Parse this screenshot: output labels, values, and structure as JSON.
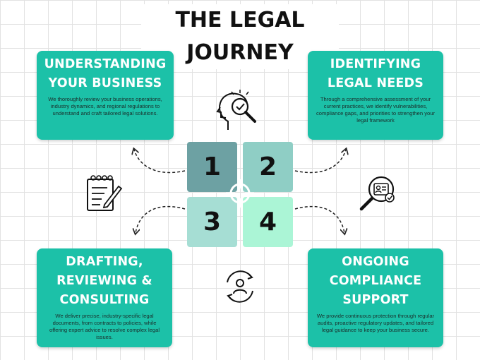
{
  "title": "THE LEGAL\nJOURNEY",
  "steps": [
    "1",
    "2",
    "3",
    "4"
  ],
  "cards": [
    {
      "heading": "UNDERSTANDING\nYOUR BUSINESS",
      "body": "We thoroughly review your business operations, industry dynamics, and regional regulations to understand and craft tailored legal solutions."
    },
    {
      "heading": "IDENTIFYING\nLEGAL NEEDS",
      "body": "Through a comprehensive assessment of your current practices, we identify vulnerabilities, compliance gaps, and priorities to strengthen your legal framework"
    },
    {
      "heading": "DRAFTING,\nREVIEWING &\nCONSULTING",
      "body": "We deliver precise, industry-specific legal documents, from contracts to policies, while offering expert advice to resolve complex legal issues."
    },
    {
      "heading": "ONGOING\nCOMPLIANCE\nSUPPORT",
      "body": "We provide continuous protection through regular audits, proactive regulatory updates, and tailored legal guidance to keep your business secure."
    }
  ],
  "colors": {
    "card": "#1cc1a8",
    "step1": "#6da1a3",
    "step2": "#8fcec5",
    "step3": "#a6ded4",
    "step4": "#abf5d6"
  },
  "icons": [
    "head-magnifier-icon",
    "notepad-icon",
    "user-search-icon",
    "user-cycle-icon",
    "crosshair-icon"
  ]
}
